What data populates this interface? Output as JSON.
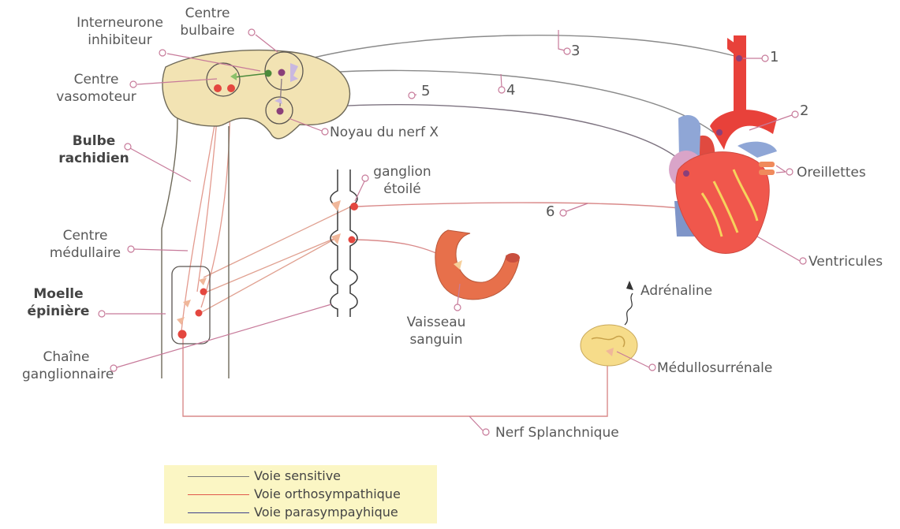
{
  "labels": {
    "interneurone": "Interneurone",
    "inhibiteur": "inhibiteur",
    "centre_bulbaire_1": "Centre",
    "centre_bulbaire_2": "bulbaire",
    "centre_vasomoteur_1": "Centre",
    "centre_vasomoteur_2": "vasomoteur",
    "bulbe_1": "Bulbe",
    "bulbe_2": "rachidien",
    "noyau_nerf_x": "Noyau du nerf X",
    "ganglion_1": "ganglion",
    "ganglion_2": "étoilé",
    "centre_medullaire_1": "Centre",
    "centre_medullaire_2": "médullaire",
    "moelle_1": "Moelle",
    "moelle_2": "épinière",
    "chaine_1": "Chaîne",
    "chaine_2": "ganglionnaire",
    "vaisseau_1": "Vaisseau",
    "vaisseau_2": "sanguin",
    "adrenaline": "Adrénaline",
    "medullosurrenale": "Médullosurrénale",
    "nerf_splanchnique": "Nerf Splanchnique",
    "oreillettes": "Oreillettes",
    "ventricules": "Ventricules"
  },
  "numbers": {
    "n1": "1",
    "n2": "2",
    "n3": "3",
    "n4": "4",
    "n5": "5",
    "n6": "6"
  },
  "legend": {
    "items": [
      {
        "label": "Voie sensitive",
        "color": "#7a7a7a"
      },
      {
        "label": "Voie orthosympathique",
        "color": "#e0584a"
      },
      {
        "label": "Voie parasympayhique",
        "color": "#3c3f8a"
      }
    ],
    "background": "#fbf6c4"
  },
  "colors": {
    "brain": "#f2e3b3",
    "brain_stroke": "#6f6a5a",
    "ortho": "#e27d72",
    "para": "#8a7a84",
    "sensory": "#8a8a8a",
    "leader": "#c77a9a",
    "aorta": "#e8413a",
    "heart": "#f0574c",
    "vein": "#8fa6d6",
    "adrenal": "#f6dc8a"
  }
}
